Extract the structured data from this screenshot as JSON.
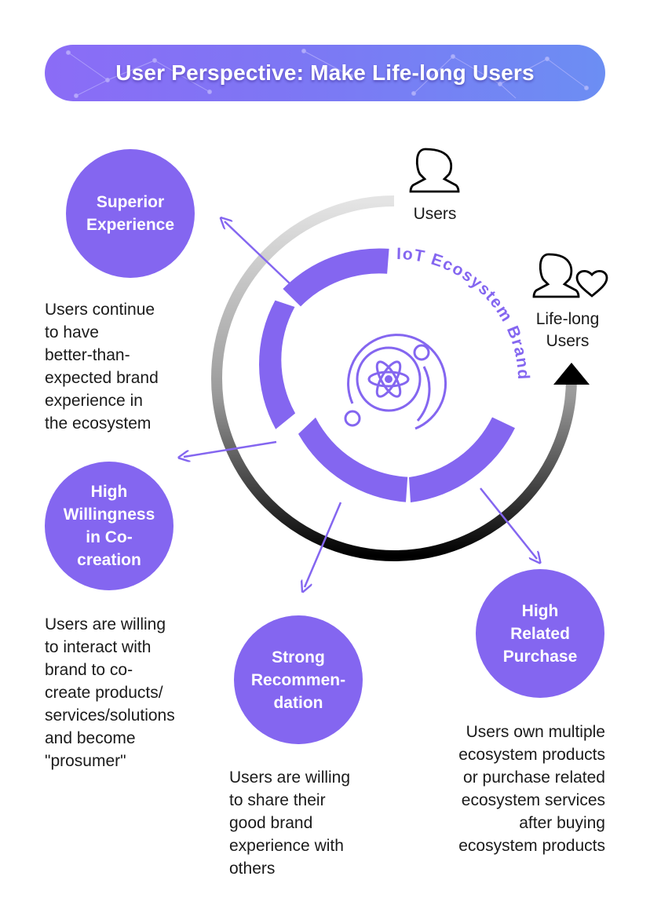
{
  "title": "User Perspective: Make Life-long Users",
  "colors": {
    "accent": "#8466f0",
    "text": "#1a1a1a",
    "arrow": "#000000"
  },
  "center": {
    "ring_label": "IoT Ecosystem Brand",
    "icon": "atom-orbit-icon"
  },
  "users_node": {
    "label": "Users",
    "icon": "user-icon"
  },
  "lifelong_node": {
    "label": "Life-long\nUsers",
    "icon": "user-heart-icon"
  },
  "attributes": [
    {
      "title": "Superior\nExperience",
      "description": "Users continue\nto have\nbetter-than-\nexpected brand\nexperience in\nthe ecosystem"
    },
    {
      "title": "High\nWillingness\nin Co-\ncreation",
      "description": "Users are willing\nto interact with\nbrand to co-\ncreate products/\nservices/solutions\nand become\n\"prosumer\""
    },
    {
      "title": "Strong\nRecommen-\ndation",
      "description": "Users are willing\nto share their\ngood brand\nexperience with\nothers"
    },
    {
      "title": "High\nRelated\nPurchase",
      "description": "Users own multiple\necosystem products\nor purchase related\necosystem services\nafter buying\necosystem products"
    }
  ]
}
